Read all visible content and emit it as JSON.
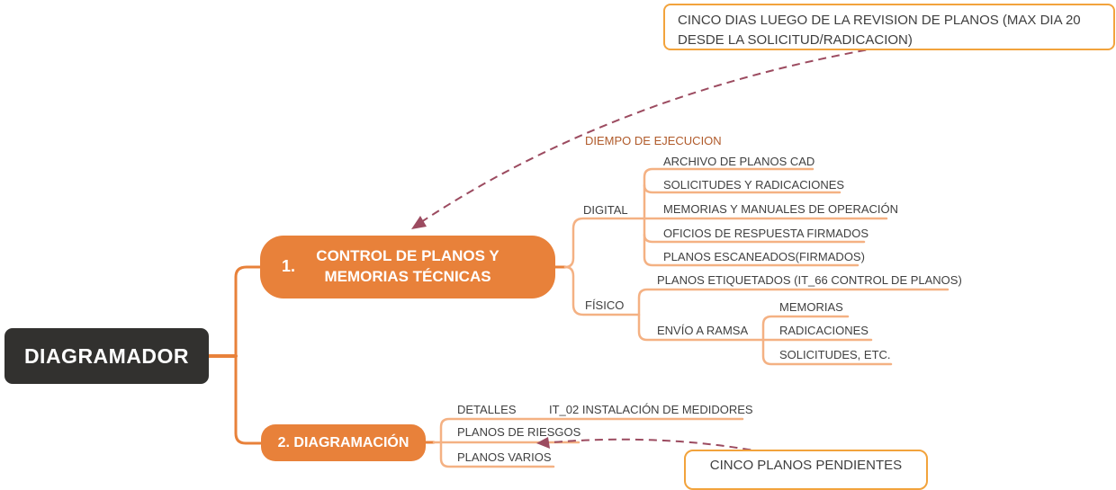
{
  "root": {
    "label": "DIAGRAMADOR"
  },
  "branch1": {
    "number": "1.",
    "title": "CONTROL DE PLANOS Y MEMORIAS TÉCNICAS",
    "floating_label": "DIEMPO DE EJECUCION",
    "digital": {
      "label": "DIGITAL",
      "children": [
        "ARCHIVO DE PLANOS CAD",
        "SOLICITUDES Y RADICACIONES",
        "MEMORIAS Y MANUALES DE OPERACIÓN",
        "OFICIOS DE RESPUESTA FIRMADOS",
        "PLANOS ESCANEADOS(FIRMADOS)"
      ]
    },
    "fisico": {
      "label": "FÍSICO",
      "children": [
        "PLANOS ETIQUETADOS (IT_66 CONTROL DE PLANOS)",
        "ENVÍO A RAMSA"
      ],
      "envio_children": [
        "MEMORIAS",
        "RADICACIONES",
        "SOLICITUDES, ETC."
      ]
    }
  },
  "branch2": {
    "title": "2. DIAGRAMACIÓN",
    "children": [
      "DETALLES",
      "PLANOS DE RIESGOS",
      "PLANOS VARIOS"
    ],
    "detalles_child": "IT_02 INSTALACIÓN DE MEDIDORES"
  },
  "callouts": {
    "top": "CINCO DIAS LUEGO DE LA REVISION DE PLANOS (MAX DIA 20 DESDE LA SOLICITUD/RADICACION)",
    "bottom": "CINCO PLANOS PENDIENTES"
  },
  "colors": {
    "accent_orange": "#E8813A",
    "light_branch_line": "#F4B183",
    "callout_border": "#F2A33C",
    "relationship_line": "#9C4B60",
    "root_fill": "#32312F",
    "topic_text": "#404040",
    "floating_text": "#B05A2A"
  }
}
